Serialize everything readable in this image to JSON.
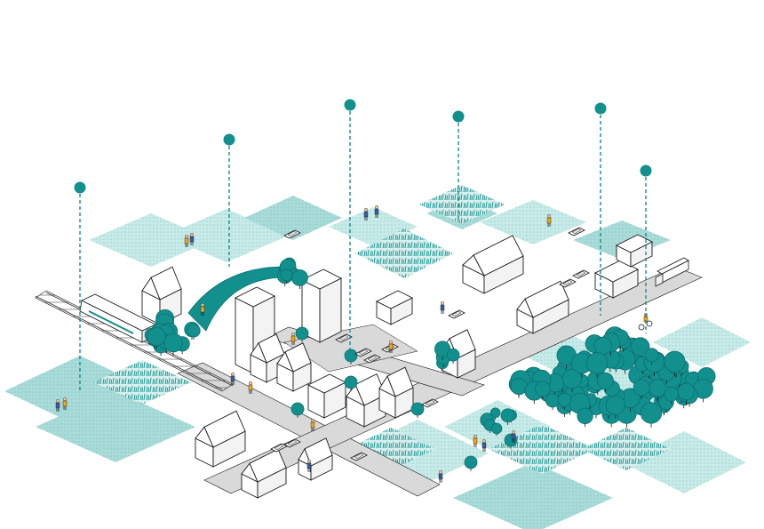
{
  "palette": {
    "teal": "#12908e",
    "teal_dark": "#0b6f70",
    "green_area": "#a9dcd9",
    "green_area_light": "#c7ebe8",
    "road": "#d9d9d9",
    "building_fill": "#ffffff",
    "outline": "#1a1a1a",
    "person_orange": "#f2a516",
    "person_blue": "#3a5ba0"
  },
  "diagram": {
    "type": "isometric urban-block illustration",
    "callout_pins": [
      {
        "label": "",
        "icon": "teal-dot-pin"
      },
      {
        "label": "",
        "icon": "teal-dot-pin"
      },
      {
        "label": "",
        "icon": "teal-dot-pin"
      },
      {
        "label": "",
        "icon": "teal-dot-pin"
      },
      {
        "label": "",
        "icon": "teal-dot-pin"
      },
      {
        "label": "",
        "icon": "teal-dot-pin"
      }
    ],
    "elements": [
      "green-patches",
      "meadow-fields",
      "railway-with-train",
      "streets",
      "buildings",
      "warehouses",
      "tree-clusters",
      "forest",
      "cars",
      "people",
      "cyclist",
      "truck",
      "green-arc-connector"
    ]
  }
}
